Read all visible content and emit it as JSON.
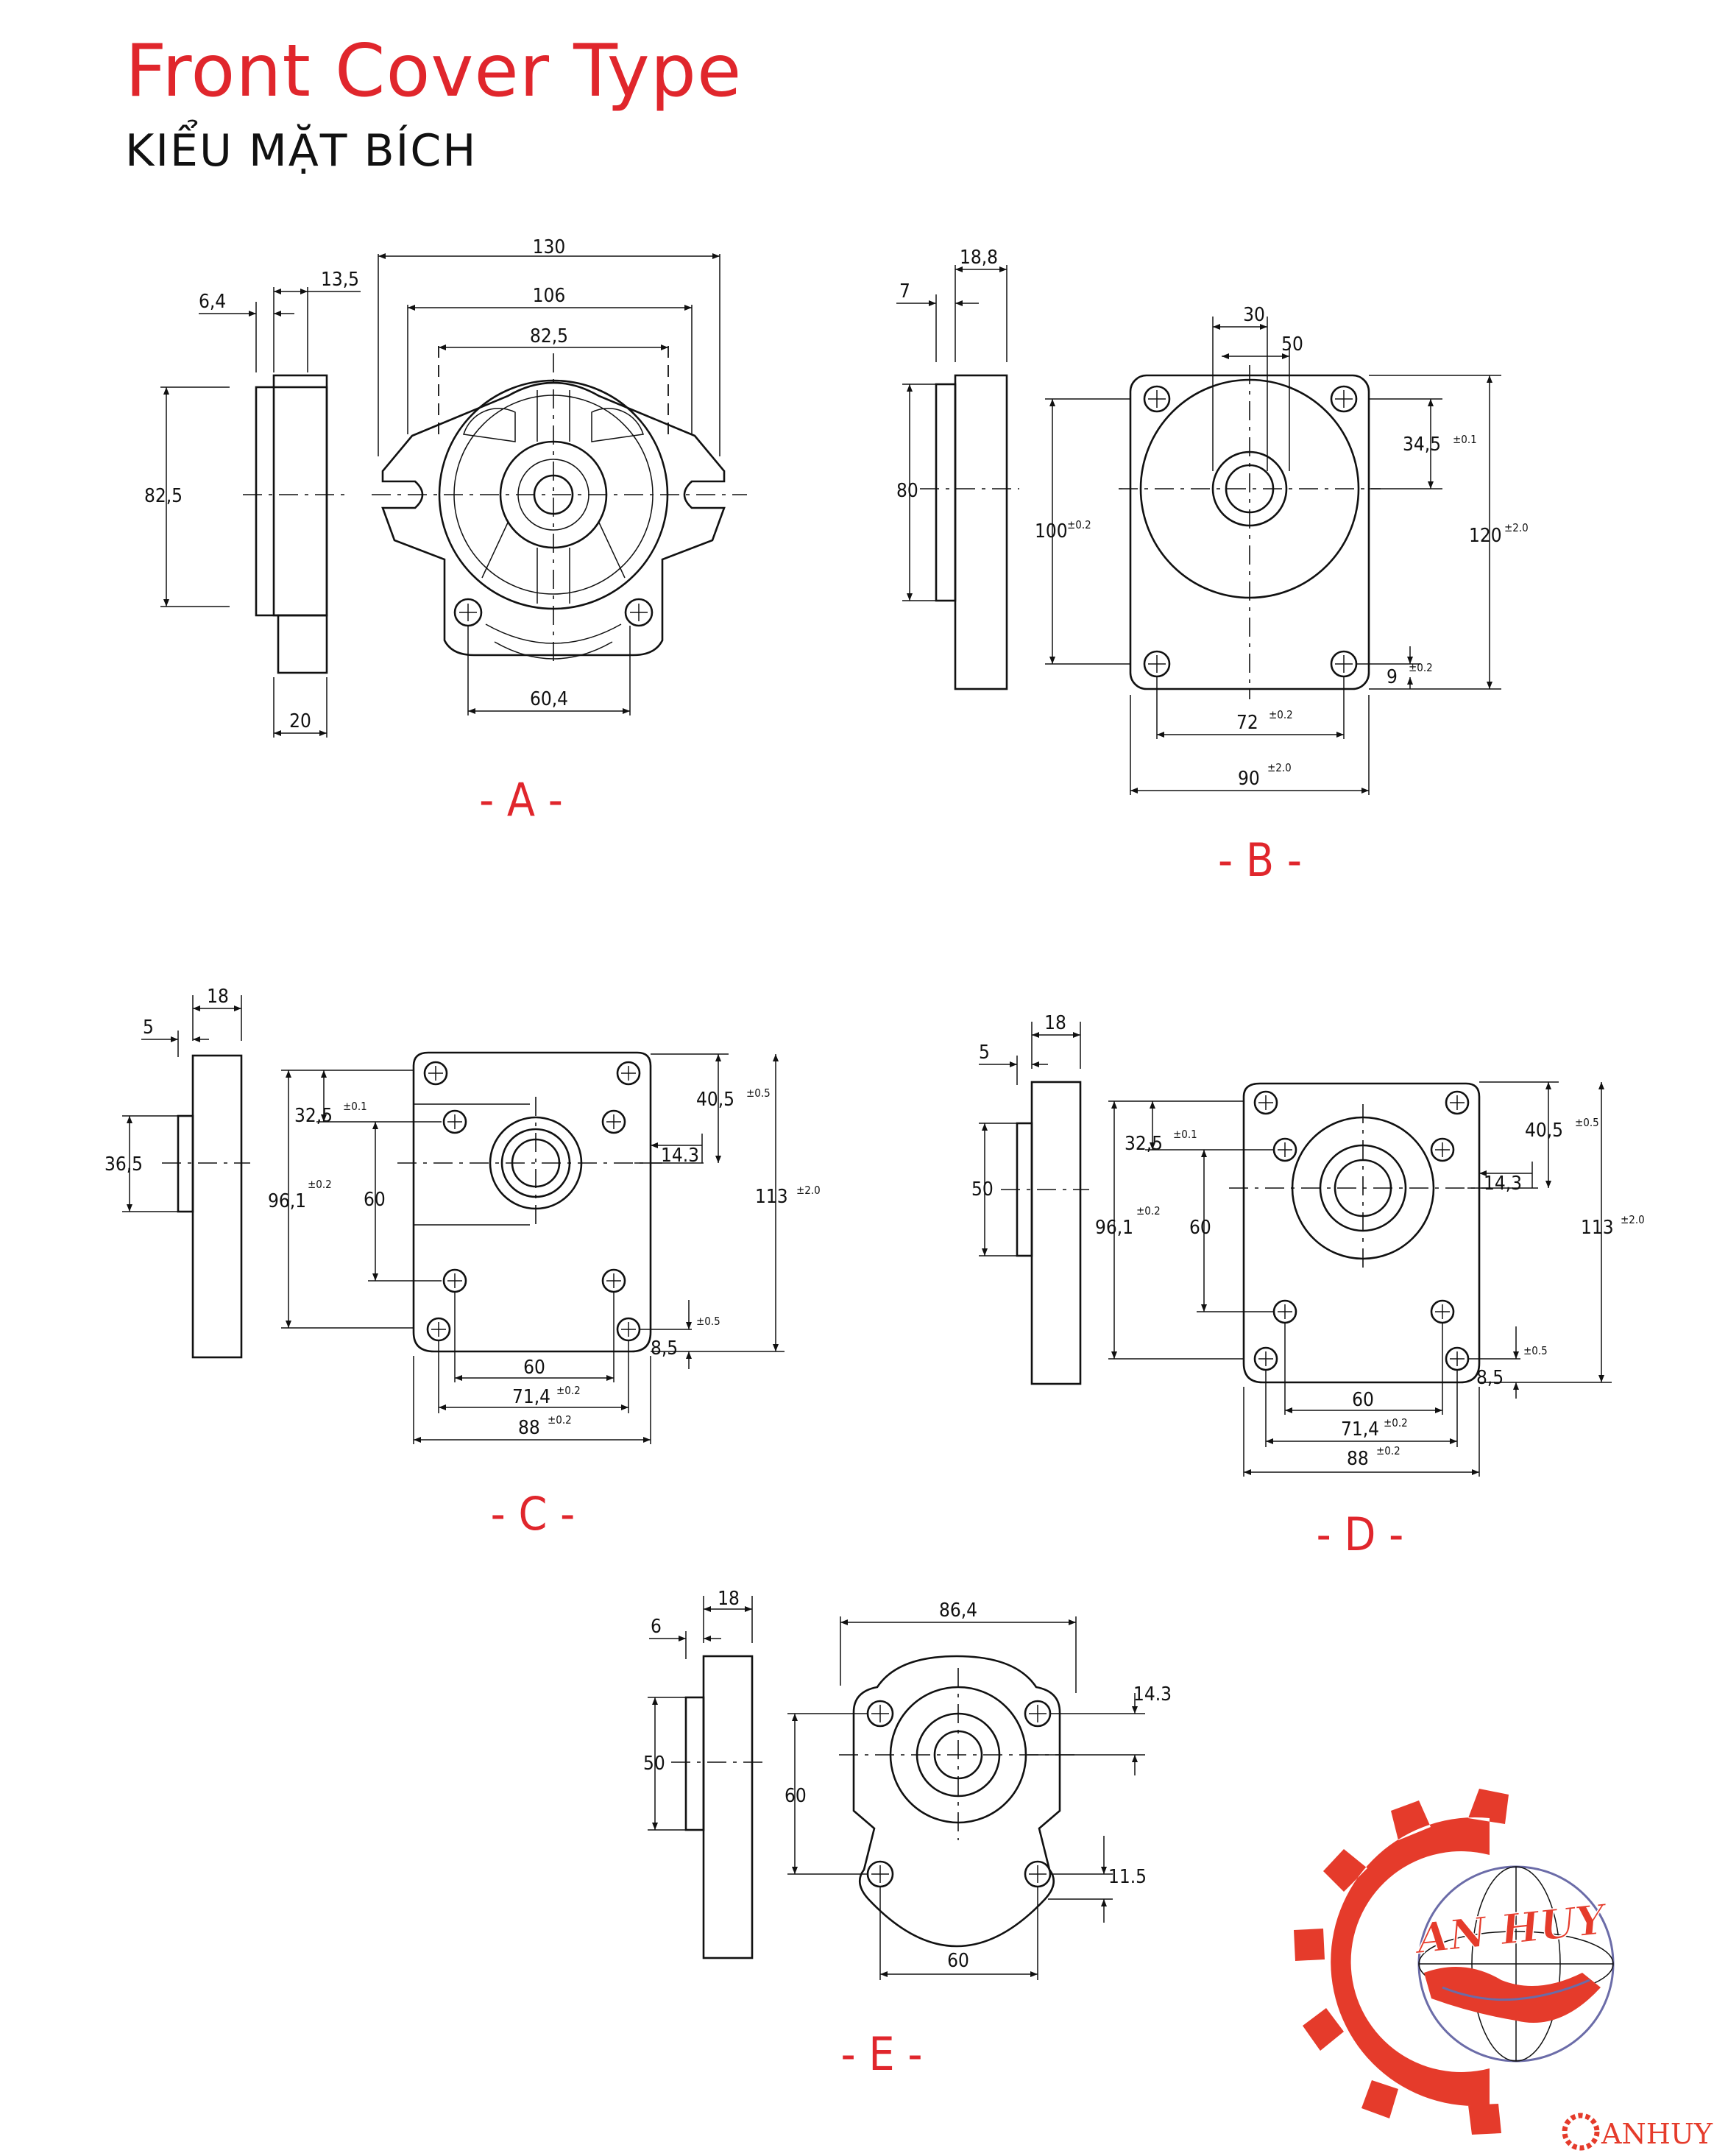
{
  "header": {
    "title": "Front Cover Type",
    "subtitle": "KIỂU MẶT BÍCH"
  },
  "colors": {
    "accent": "#e0262c",
    "line": "#111111"
  },
  "views": {
    "a": {
      "label": "- A -",
      "dims": {
        "w130": "130",
        "w106": "106",
        "w825": "82,5",
        "t64": "6,4",
        "t135": "13,5",
        "h825": "82,5",
        "w604": "60,4",
        "w20": "20"
      }
    },
    "b": {
      "label": "- B -",
      "dims": {
        "t188": "18,8",
        "t7": "7",
        "h80": "80",
        "w30": "30",
        "w50": "50",
        "h345": "34,5",
        "h345tol": "±0.1",
        "h100": "100",
        "h100tol": "±0.2",
        "h120": "120",
        "h120tol": "±2.0",
        "w9": "9",
        "w9tol": "±0.2",
        "w72": "72",
        "w72tol": "±0.2",
        "w90": "90",
        "w90tol": "±2.0"
      }
    },
    "c": {
      "label": "- C -",
      "dims": {
        "t18": "18",
        "t5": "5",
        "h365": "36,5",
        "h325": "32,5",
        "h325tol": "±0.1",
        "h961": "96,1",
        "h961tol": "±0.2",
        "h60": "60",
        "h405": "40,5",
        "h405tol": "±0.5",
        "w143": "14.3",
        "h113": "113",
        "h113tol": "±2.0",
        "h85": "8,5",
        "h85tol": "±0.5",
        "w60": "60",
        "w714": "71,4",
        "w714tol": "±0.2",
        "w88": "88",
        "w88tol": "±0.2"
      }
    },
    "d": {
      "label": "- D -",
      "dims": {
        "t18": "18",
        "t5": "5",
        "h50": "50",
        "h325": "32,5",
        "h325tol": "±0.1",
        "h961": "96,1",
        "h961tol": "±0.2",
        "h60": "60",
        "h405": "40,5",
        "h405tol": "±0.5",
        "w143": "14,3",
        "h113": "113",
        "h113tol": "±2.0",
        "h85": "8,5",
        "h85tol": "±0.5",
        "w60": "60",
        "w714": "71,4",
        "w714tol": "±0.2",
        "w88": "88",
        "w88tol": "±0.2"
      }
    },
    "e": {
      "label": "- E -",
      "dims": {
        "t18": "18",
        "t6": "6",
        "h50": "50",
        "w864": "86,4",
        "w143": "14.3",
        "h60": "60",
        "w115": "11.5",
        "w60": "60"
      }
    }
  },
  "logo": {
    "emblem_text": "AN HUY",
    "brand_text": "ANHUY"
  }
}
